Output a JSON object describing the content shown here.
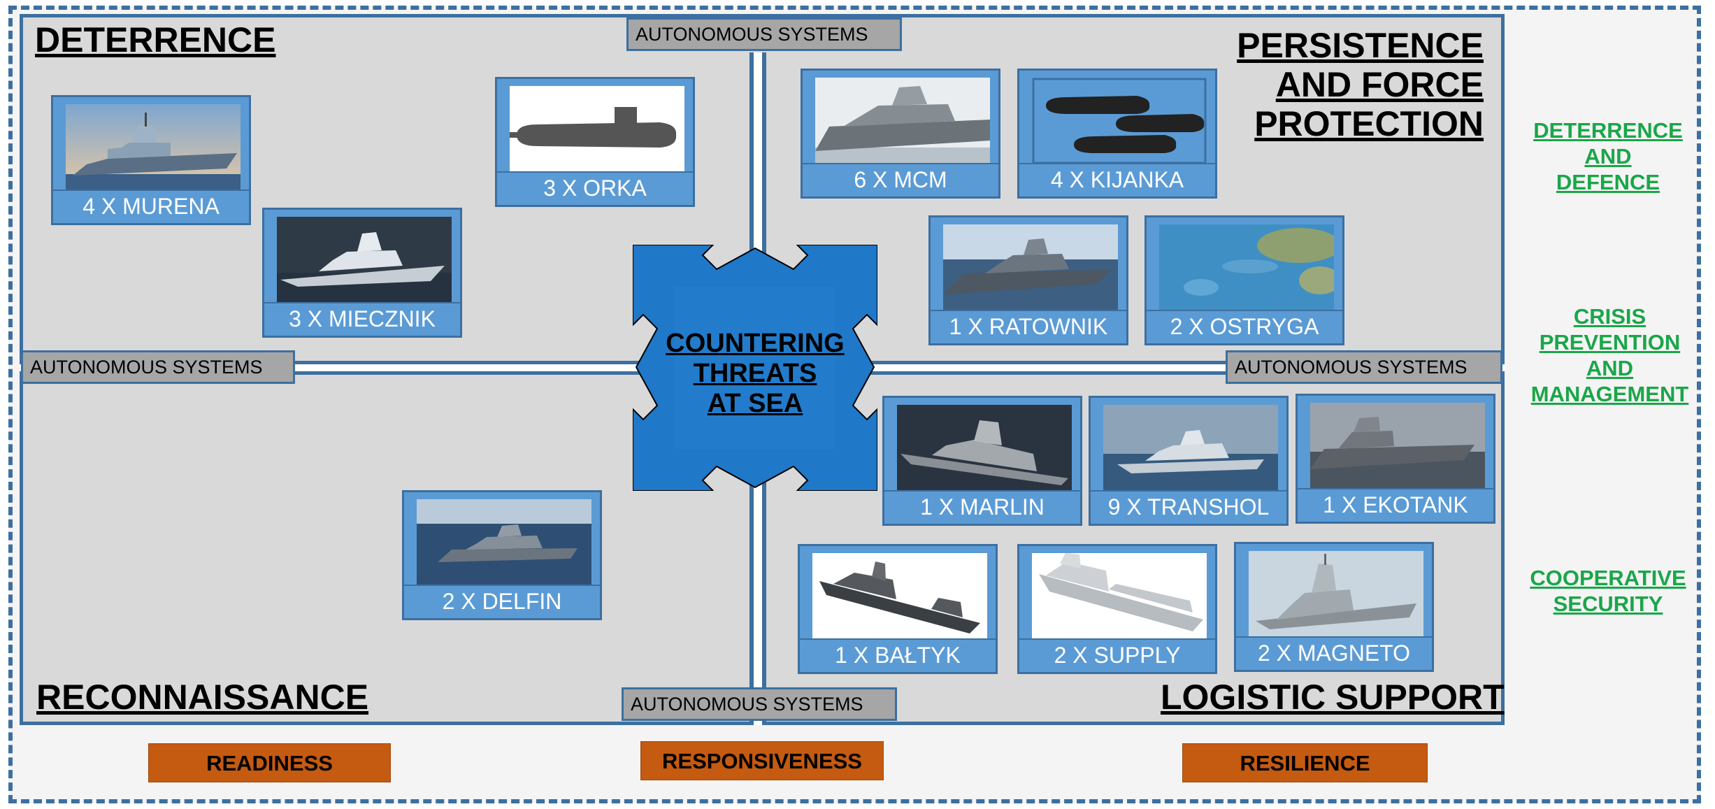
{
  "quadrants": {
    "deterrence": "DETERRENCE",
    "persistence": "PERSISTENCE\nAND FORCE\nPROTECTION",
    "reconnaissance": "RECONNAISSANCE",
    "logistic": "LOGISTIC SUPPORT"
  },
  "autonomous_label": "AUTONOMOUS SYSTEMS",
  "center_label": "COUNTERING\nTHREATS\nAT SEA",
  "ships": {
    "murena": "4 X MURENA",
    "orka": "3 X ORKA",
    "miecznik": "3 X MIECZNIK",
    "mcm": "6 X MCM",
    "kijanka": "4 X KIJANKA",
    "ratownik": "1 X RATOWNIK",
    "ostryga": "2 X OSTRYGA",
    "marlin": "1 X MARLIN",
    "transhol": "9 X TRANSHOL",
    "ekotank": "1 X EKOTANK",
    "delfin": "2 X DELFIN",
    "baltyk": "1 X BAŁTYK",
    "supply": "2 X SUPPLY",
    "magneto": "2 X MAGNETO"
  },
  "right_labels": {
    "deterrence_defence": "DETERRENCE\nAND\nDEFENCE",
    "crisis": "CRISIS\nPREVENTION\nAND\nMANAGEMENT",
    "cooperative": "COOPERATIVE\nSECURITY"
  },
  "bottom_buttons": {
    "readiness": "READINESS",
    "responsiveness": "RESPONSIVENESS",
    "resilience": "RESILIENCE"
  },
  "colors": {
    "frame_blue": "#3d6fa0",
    "card_blue": "#5b9bd5",
    "center_blue": "#1f78c8",
    "green": "#1aa649",
    "orange": "#c55a11"
  }
}
